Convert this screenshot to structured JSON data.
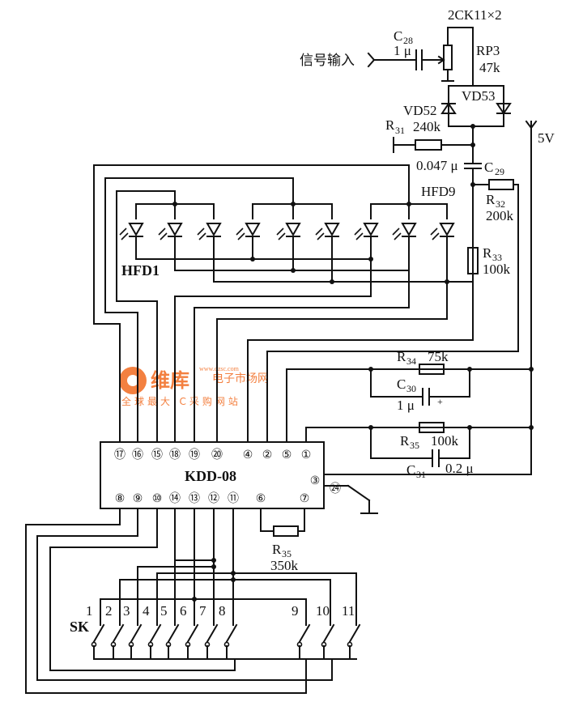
{
  "labels": {
    "signal_input": "信号输入",
    "c28": "C",
    "c28_sub": "28",
    "c28_val": "1 μ",
    "diode_pair": "2CK11×2",
    "rp3": "RP3",
    "rp3_val": "47k",
    "vd53": "VD53",
    "vd52": "VD52",
    "r31": "R",
    "r31_sub": "31",
    "r31_val": "240k",
    "supply": "5V",
    "c29_val": "0.047 μ",
    "c29": "C",
    "c29_sub": "29",
    "hfd9": "HFD9",
    "r32": "R",
    "r32_sub": "32",
    "r32_val": "200k",
    "r33": "R",
    "r33_sub": "33",
    "r33_val": "100k",
    "hfd1": "HFD1",
    "r34": "R",
    "r34_sub": "34",
    "r34_val": "75k",
    "c30": "C",
    "c30_sub": "30",
    "c30_val": "1 μ",
    "r35a": "R",
    "r35a_sub": "35",
    "r35a_val": "100k",
    "c31": "C",
    "c31_sub": "31",
    "c31_val": "0.2 μ",
    "ic_name": "KDD-08",
    "r35b": "R",
    "r35b_sub": "35",
    "r35b_val": "350k",
    "sk": "SK",
    "pin3": "③",
    "pin24": "㉔"
  },
  "ic_pins_top": [
    "⑰",
    "⑯",
    "⑮",
    "⑱",
    "⑲",
    "⑳",
    "④",
    "②",
    "⑤",
    "①"
  ],
  "ic_pins_bottom": [
    "⑧",
    "⑨",
    "⑩",
    "⑭",
    "⑬",
    "⑫",
    "⑪",
    "⑥",
    "⑦"
  ],
  "switch_numbers": [
    "1",
    "2",
    "3",
    "4",
    "5",
    "6",
    "7",
    "8",
    "9",
    "10",
    "11"
  ],
  "watermark": {
    "brand": "维库",
    "sub": "电子市场网",
    "tagline": "全球最大IC采购网站",
    "url": "www.dzsc.com"
  }
}
